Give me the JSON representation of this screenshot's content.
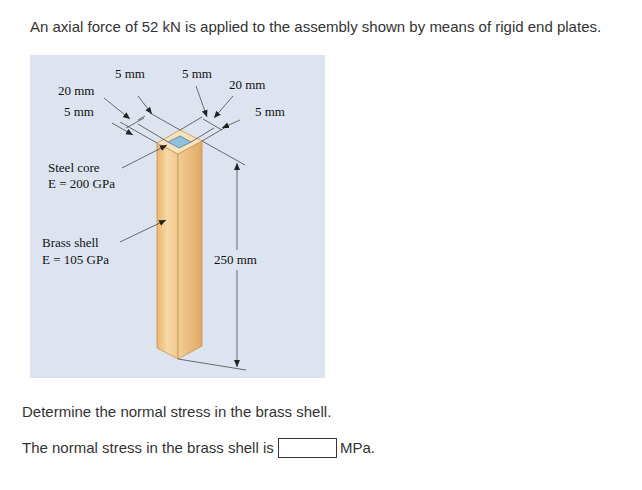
{
  "diagram": {
    "labels": [
      "An axial force of 52 kN is applied to the assembly shown by means of rigid end plates.",
      "5 mm",
      "20 mm",
      "5 mm",
      "5 mm",
      "20 mm",
      "5 mm",
      "Steel core",
      "E = 200 GPa",
      "Brass shell",
      "E = 105 GPa",
      "250 mm",
      "Determine the normal stress in the brass shell.",
      "The normal stress in the brass shell is",
      "MPa."
    ]
  }
}
